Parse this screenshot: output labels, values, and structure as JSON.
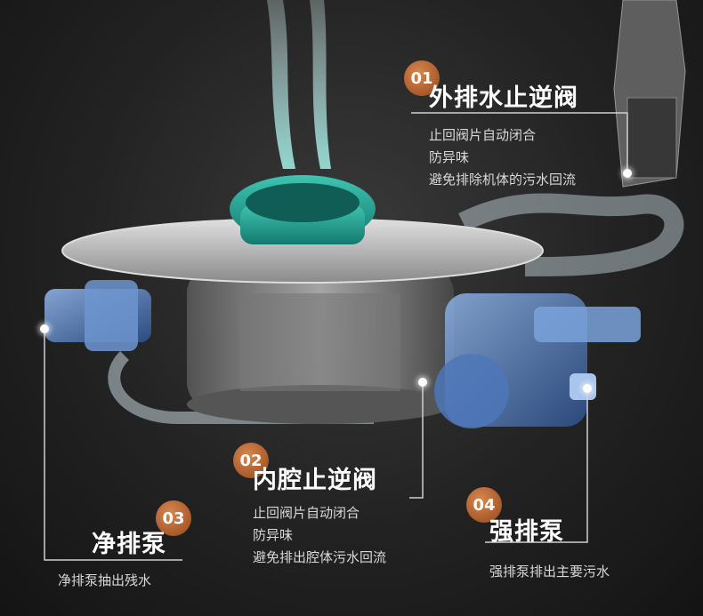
{
  "callouts": [
    {
      "number": "01",
      "title": "外排水止逆阀",
      "lines": [
        "止回阀片自动闭合",
        "防异味",
        "避免排除机体的污水回流"
      ]
    },
    {
      "number": "02",
      "title": "内腔止逆阀",
      "lines": [
        "止回阀片自动闭合",
        "防异味",
        "避免排出腔体污水回流"
      ]
    },
    {
      "number": "03",
      "title": "净排泵",
      "lines": [
        "净排泵抽出残水"
      ]
    },
    {
      "number": "04",
      "title": "强排泵",
      "lines": [
        "强排泵排出主要污水"
      ]
    }
  ],
  "colors": {
    "badge": "#c06d38",
    "accent_teal": "#1fa394",
    "pump_blue": "#3a6fb8",
    "text": "#ffffff"
  },
  "icons": [
    "water-stream",
    "filter-cap",
    "disposal-unit",
    "drain-hose",
    "pump"
  ]
}
